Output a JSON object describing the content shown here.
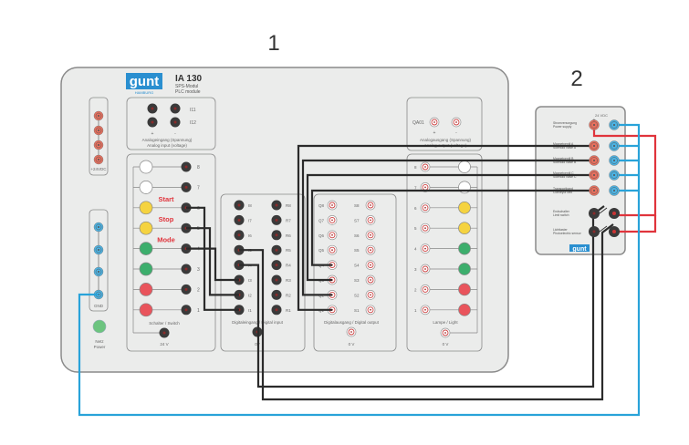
{
  "callouts": {
    "module1": "1",
    "module2": "2"
  },
  "logo": {
    "brand": "gunt",
    "sub": "HAMBURG"
  },
  "header": {
    "title": "IA 130",
    "subtitle1": "SPS-Modul",
    "subtitle2": "PLC module"
  },
  "power_rail": {
    "plus_label": "+24VDC",
    "gnd_label": "GND",
    "netz_label1": "Netz",
    "netz_label2": "Power"
  },
  "analog_input": {
    "channels": [
      "I11",
      "I12"
    ],
    "plus": "+",
    "minus": "-",
    "caption1": "Analogeingang (Spannung)",
    "caption2": "Analog input (voltage)"
  },
  "switches": {
    "rows": [
      {
        "num": "8",
        "color": "white",
        "label": ""
      },
      {
        "num": "7",
        "color": "white",
        "label": ""
      },
      {
        "num": "6",
        "color": "yellow",
        "label": "Start"
      },
      {
        "num": "5",
        "color": "yellow",
        "label": "Stop"
      },
      {
        "num": "4",
        "color": "green",
        "label": "Mode"
      },
      {
        "num": "3",
        "color": "green",
        "label": ""
      },
      {
        "num": "2",
        "color": "red",
        "label": ""
      },
      {
        "num": "1",
        "color": "red",
        "label": ""
      }
    ],
    "caption": "Schalter / Switch",
    "supply_label": "24 V"
  },
  "digital_input": {
    "left": [
      "I8",
      "I7",
      "I6",
      "I5",
      "I4",
      "I3",
      "I2",
      "I1"
    ],
    "right": [
      "R8",
      "R7",
      "R6",
      "R5",
      "R4",
      "R3",
      "R2",
      "R1"
    ],
    "caption": "Digitaleingang / Digital input",
    "zero_label": "0V"
  },
  "digital_output": {
    "left": [
      "Q8",
      "Q7",
      "Q6",
      "Q5",
      "Q4",
      "Q3",
      "Q2",
      "Q1"
    ],
    "right": [
      "S8",
      "S7",
      "S6",
      "S5",
      "S4",
      "S3",
      "S2",
      "S1"
    ],
    "caption": "Digitalausgang / Digital output",
    "zero_label": "0 V"
  },
  "analog_output": {
    "channel": "QA01",
    "plus": "+",
    "minus": "-",
    "caption1": "Analogausgang (Spannung)",
    "caption2": "Analog output (voltage)"
  },
  "lamps": {
    "rows": [
      {
        "num": "8",
        "color": "white"
      },
      {
        "num": "7",
        "color": "white"
      },
      {
        "num": "6",
        "color": "yellow"
      },
      {
        "num": "5",
        "color": "yellow"
      },
      {
        "num": "4",
        "color": "green"
      },
      {
        "num": "3",
        "color": "green"
      },
      {
        "num": "2",
        "color": "red"
      },
      {
        "num": "1",
        "color": "red"
      }
    ],
    "caption": "Lampe / Light",
    "zero_label": "0 V"
  },
  "module2": {
    "supply_header": "24 VDC",
    "plus": "+",
    "minus": "-",
    "rows": [
      {
        "label1": "Stromversorgung",
        "label2": "Power supply"
      },
      {
        "label1": "Magnetventil A",
        "label2": "Solenoid valve A"
      },
      {
        "label1": "Magnetventil B",
        "label2": "Solenoid valve B"
      },
      {
        "label1": "Magnetventil C",
        "label2": "Solenoid valve C"
      },
      {
        "label1": "Transportband",
        "label2": "Conveyor belt"
      }
    ],
    "sensors": [
      {
        "label1": "Endschalter",
        "label2": "Limit switch"
      },
      {
        "label1": "Lichttaster",
        "label2": "Photoelectric sensor"
      }
    ],
    "logo": "gunt"
  },
  "colors": {
    "panel": "#ebeceb",
    "panel_border": "#8a8a8a",
    "wire_black": "#2b2b2b",
    "wire_red": "#e0343c",
    "wire_blue": "#29a3d9",
    "socket_red": "#e8705e",
    "socket_blue": "#4cb3e3",
    "socket_black": "#3a3a3a",
    "btn_white": "#ffffff",
    "btn_yellow": "#f5d340",
    "btn_green": "#3cae6c",
    "btn_red": "#e9545c",
    "label_red": "#e0343c",
    "brand_blue": "#2a8fd0"
  }
}
